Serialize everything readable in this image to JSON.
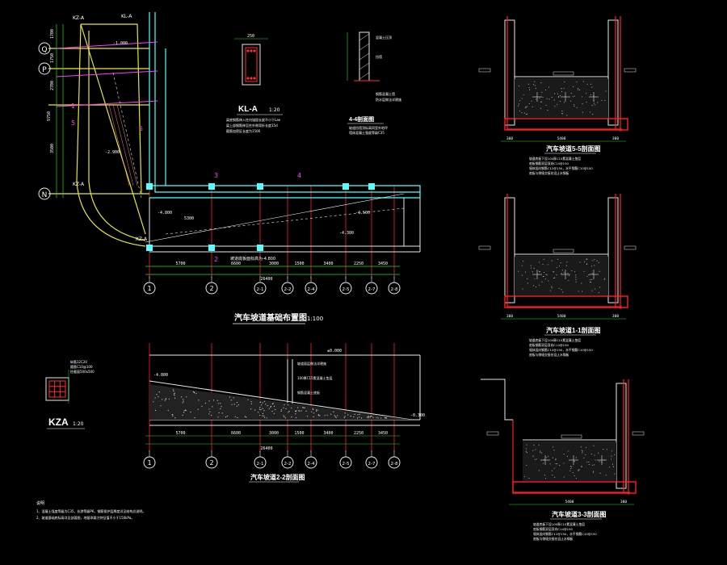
{
  "plan": {
    "title": "汽车坡道基础布置图",
    "scale": "1:100",
    "subtitle": "坡道底板面标高为-4.800",
    "grid_labels": [
      "1",
      "2",
      "2-1",
      "2-2",
      "2-4",
      "2-5",
      "2-7",
      "2-8"
    ],
    "row_labels": [
      "Q",
      "P",
      "N"
    ],
    "dims_top": [
      "5700",
      "6600",
      "3000",
      "1500",
      "3400",
      "2250",
      "3450"
    ],
    "dims_total": "26400",
    "dims_left": [
      "1700",
      "1750",
      "2700",
      "3500"
    ],
    "dims_left_total": "9750",
    "col_tags": [
      "KZ-A",
      "KL-A",
      "KZ-A",
      "KZ-A"
    ],
    "section_marks": [
      "1",
      "2",
      "3",
      "4",
      "5"
    ],
    "elevations": [
      "-4.800",
      "-4.500",
      "-2.900",
      "-1.000",
      "-4.300"
    ],
    "dim_5300": "5300"
  },
  "kla": {
    "title": "KL-A",
    "scale": "1:20",
    "note1": "梁底钢筋伸入柱内锚固长度不小于Lae",
    "note2": "梁上部钢筋伸至柱外侧弯折长度15d",
    "note3": "箍筋加密区长度为1500",
    "dim": "250"
  },
  "s44": {
    "title": "4-4剖面图",
    "note1": "坡道挡墙顶标高同室外地坪",
    "note2": "墙体混凝土强度等级C35",
    "label1": "混凝土压顶",
    "label2": "挡墙",
    "label3": "钢筋混凝土墙",
    "label4": "防水层做法详建施"
  },
  "kza": {
    "title": "KZA",
    "scale": "1:20",
    "notes": [
      "纵筋12C20",
      "箍筋C10@100",
      "柱截面500x500"
    ]
  },
  "notes": {
    "heading": "说明",
    "lines": [
      "1、混凝土强度等级为C35，抗渗等级P6，钢筋保护层厚度详见结构总说明。",
      "2、坡道基础底标高详见剖面图，地基承载力特征值不小于150kPa。"
    ]
  },
  "s22": {
    "title": "汽车坡道2-2剖面图",
    "dims": [
      "5700",
      "6600",
      "3000",
      "1500",
      "3400",
      "2250",
      "3450"
    ],
    "total": "26400",
    "labels": [
      "坡道面层做法详建施",
      "100厚C15素混凝土垫层",
      "钢筋混凝土底板"
    ],
    "elev": [
      "-4.800",
      "±0.000",
      "-0.300"
    ]
  },
  "s55": {
    "title": "汽车坡道5-5剖面图",
    "note_lines": [
      "坡道底板下设100厚C15素混凝土垫层",
      "底板钢筋双层双向C14@150",
      "墙体竖向钢筋C12@150，水平钢筋C10@150",
      "底板与侧墙交接处设止水钢板"
    ],
    "dims": [
      "300",
      "5400",
      "300"
    ]
  },
  "s11": {
    "title": "汽车坡道1-1剖面图",
    "note_lines": [
      "坡道底板下设100厚C15素混凝土垫层",
      "底板钢筋双层双向C14@150",
      "墙体竖向钢筋C12@150，水平钢筋C10@150",
      "底板与侧墙交接处设止水钢板"
    ],
    "dims": [
      "300",
      "5400",
      "300"
    ]
  },
  "s33": {
    "title": "汽车坡道3-3剖面图",
    "note_lines": [
      "坡道底板下设100厚C15素混凝土垫层",
      "底板钢筋双层双向C14@150",
      "墙体竖向钢筋C12@150，水平钢筋C10@150",
      "底板与侧墙交接处设止水钢板"
    ],
    "dims": [
      "5400",
      "300"
    ]
  }
}
